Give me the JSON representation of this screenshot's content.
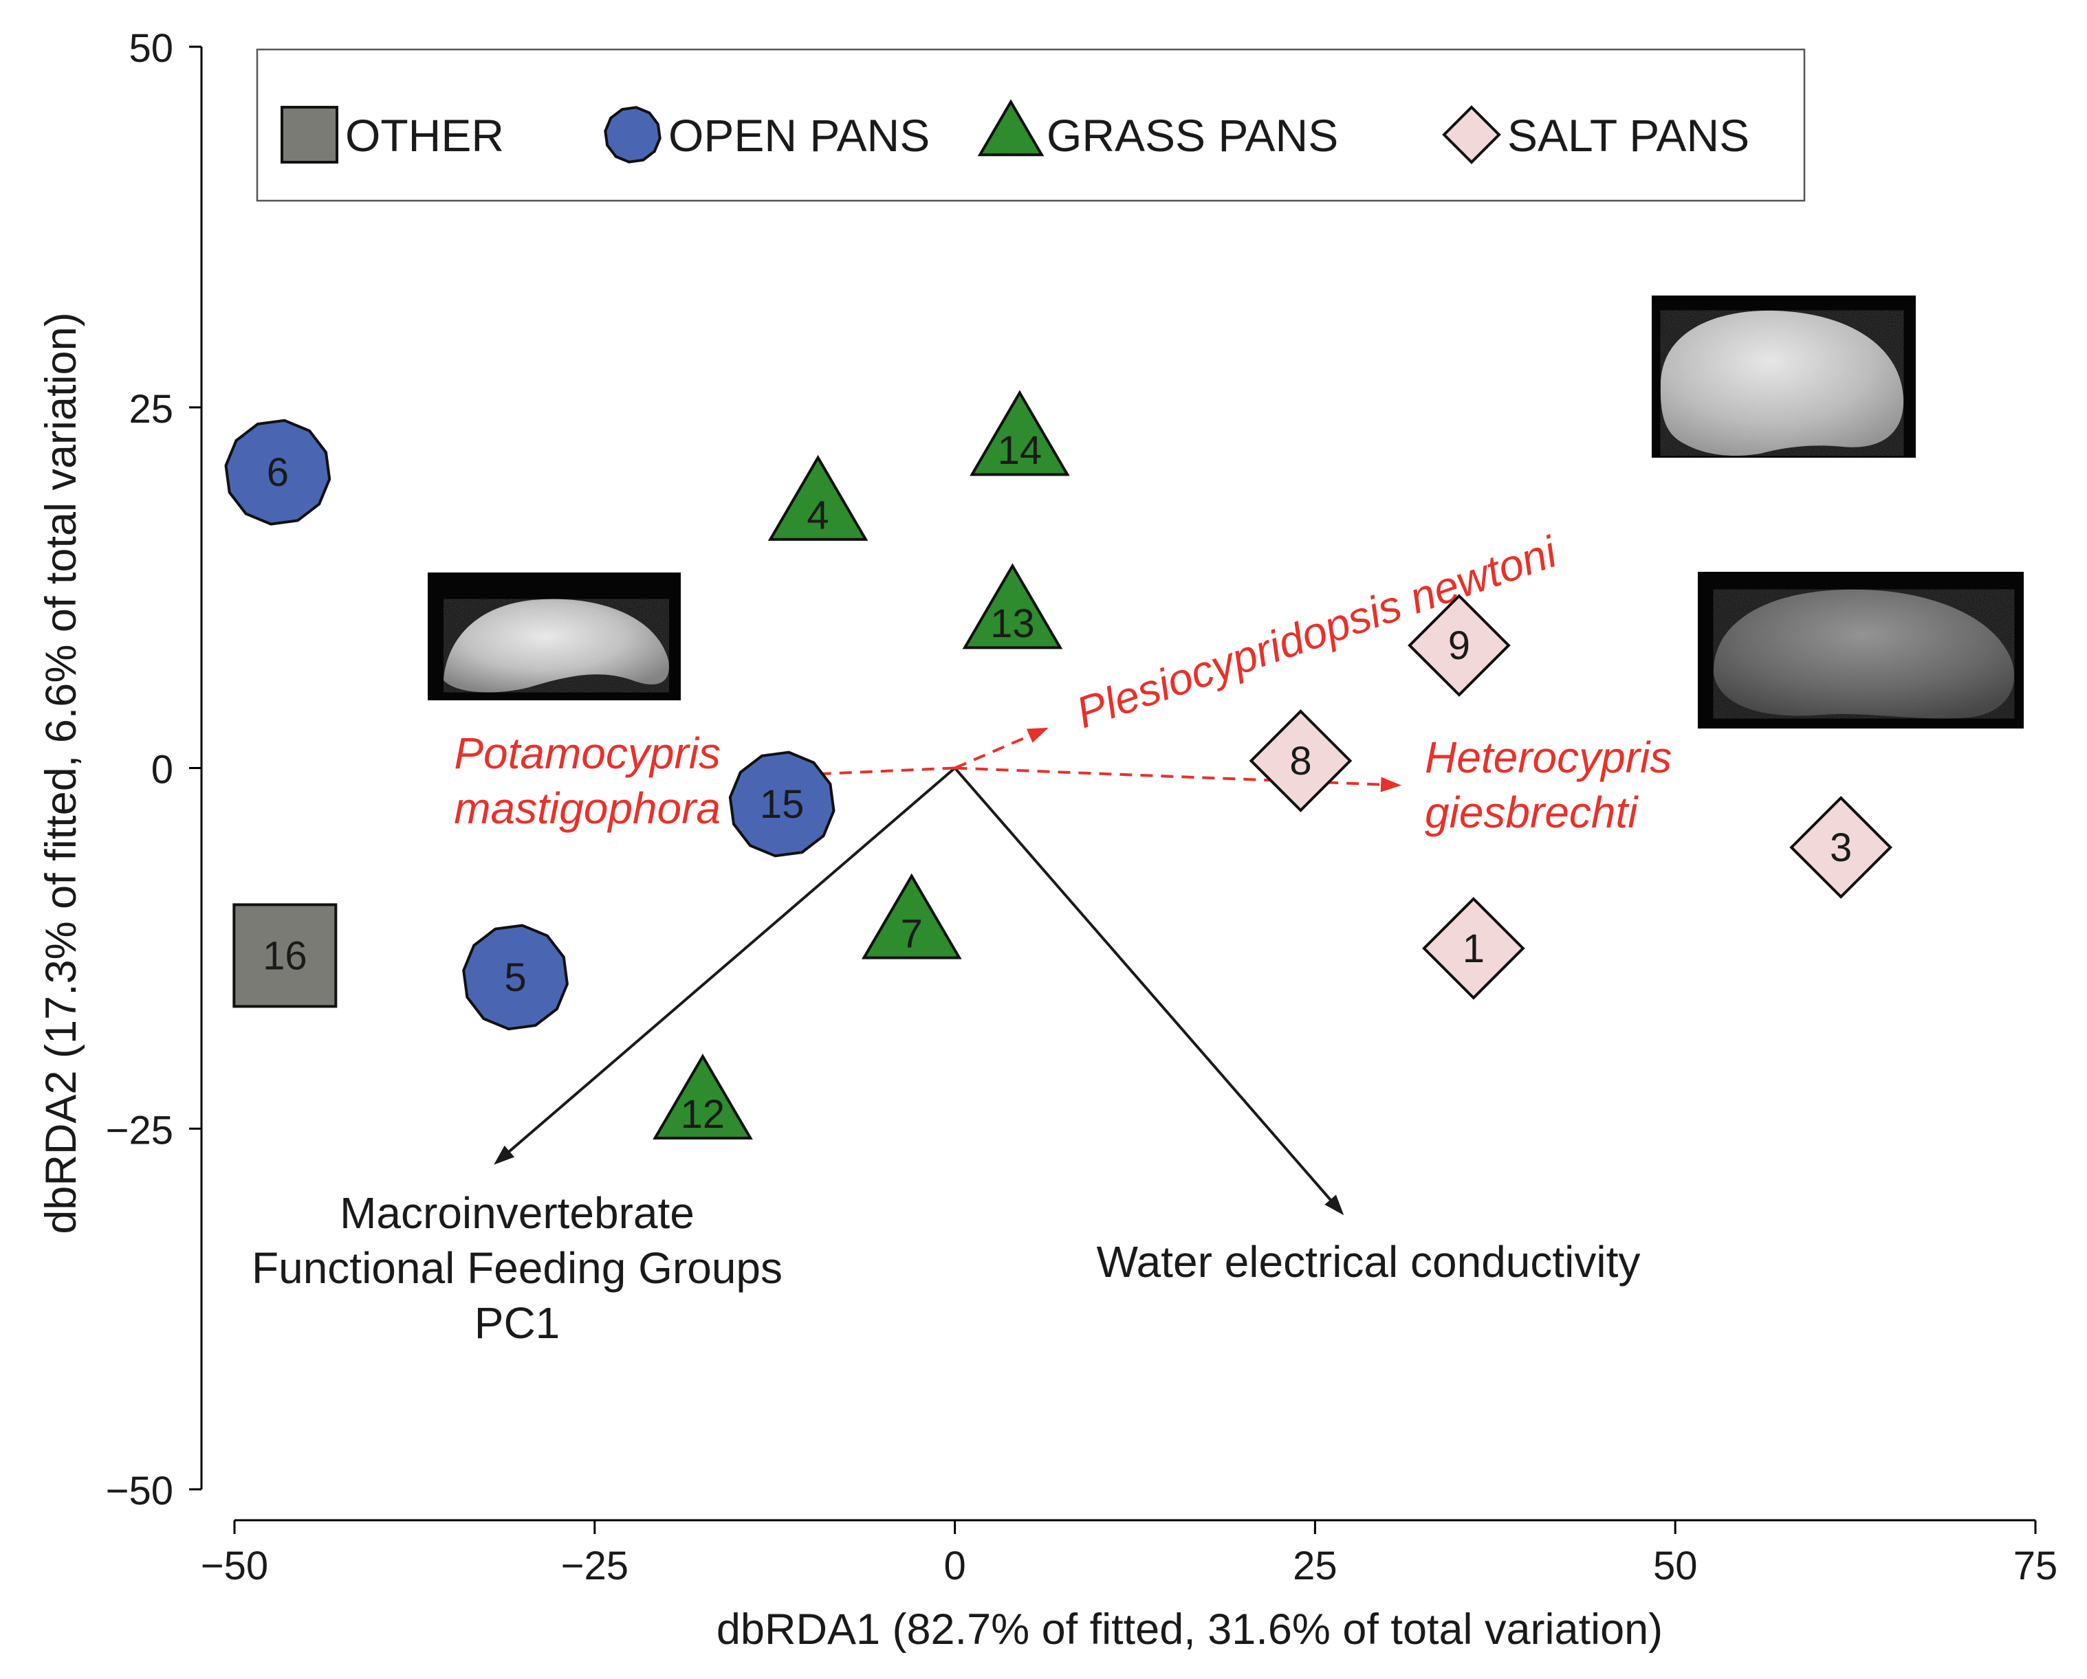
{
  "chart_data": {
    "type": "scatter",
    "xlabel": "dbRDA1 (82.7% of fitted, 31.6% of total variation)",
    "ylabel": "dbRDA2 (17.3% of fitted, 6.6% of total variation)",
    "xlim": [
      -50,
      75
    ],
    "ylim": [
      -50,
      50
    ],
    "xticks": [
      -50,
      -25,
      0,
      25,
      50,
      75
    ],
    "yticks": [
      -50,
      -25,
      0,
      25,
      50
    ],
    "xtick_labels": [
      "−50",
      "−25",
      "0",
      "25",
      "50",
      "75"
    ],
    "ytick_labels": [
      "−50",
      "−25",
      "0",
      "25",
      "50"
    ],
    "grid": false,
    "legend_position": "top",
    "groups": [
      {
        "name": "OTHER",
        "marker": "square",
        "color": "#7b7b75"
      },
      {
        "name": "OPEN PANS",
        "marker": "circle",
        "color": "#4a66b3"
      },
      {
        "name": "GRASS PANS",
        "marker": "triangle",
        "color": "#2e8b2e"
      },
      {
        "name": "SALT PANS",
        "marker": "diamond",
        "color": "#f2d8d8"
      }
    ],
    "points": [
      {
        "label": "16",
        "group": "OTHER",
        "x": -46.5,
        "y": -13
      },
      {
        "label": "6",
        "group": "OPEN PANS",
        "x": -47,
        "y": 20.5
      },
      {
        "label": "5",
        "group": "OPEN PANS",
        "x": -30.5,
        "y": -14.5
      },
      {
        "label": "15",
        "group": "OPEN PANS",
        "x": -12,
        "y": -2.5
      },
      {
        "label": "4",
        "group": "GRASS PANS",
        "x": -9.5,
        "y": 18
      },
      {
        "label": "14",
        "group": "GRASS PANS",
        "x": 4.5,
        "y": 22.5
      },
      {
        "label": "13",
        "group": "GRASS PANS",
        "x": 4,
        "y": 10.5
      },
      {
        "label": "7",
        "group": "GRASS PANS",
        "x": -3,
        "y": -11
      },
      {
        "label": "12",
        "group": "GRASS PANS",
        "x": -17.5,
        "y": -23.5
      },
      {
        "label": "9",
        "group": "SALT PANS",
        "x": 35,
        "y": 8.5
      },
      {
        "label": "8",
        "group": "SALT PANS",
        "x": 24,
        "y": 0.5
      },
      {
        "label": "3",
        "group": "SALT PANS",
        "x": 61.5,
        "y": -5.5
      },
      {
        "label": "1",
        "group": "SALT PANS",
        "x": 36,
        "y": -12.5
      }
    ],
    "vectors": [
      {
        "label": [
          "Macroinvertebrate",
          "Functional Feeding Groups",
          "PC1"
        ],
        "x": -32,
        "y": -27.5,
        "style": "solid",
        "color": "#1a1a1a"
      },
      {
        "label": [
          "Water electrical conductivity"
        ],
        "x": 27,
        "y": -31,
        "style": "solid",
        "color": "#1a1a1a"
      }
    ],
    "species_vectors": [
      {
        "label": [
          "Plesiocypridopsis newtoni"
        ],
        "x": 6.5,
        "y": 2.8,
        "style": "dashed",
        "color": "#e8312a"
      },
      {
        "label": [
          "Potamocypris",
          "mastigophora"
        ],
        "x": -11.5,
        "y": -0.5,
        "style": "dashed",
        "color": "#e8312a"
      },
      {
        "label": [
          "Heterocypris",
          "giesbrechti"
        ],
        "x": 31,
        "y": -1.2,
        "style": "dashed",
        "color": "#e8312a"
      }
    ]
  }
}
